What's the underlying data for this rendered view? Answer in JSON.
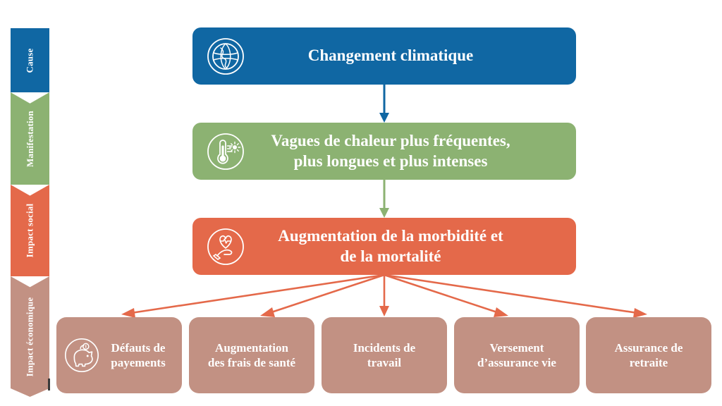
{
  "colors": {
    "cause": "#1067a3",
    "manifestation": "#8cb272",
    "impact_social": "#e4694a",
    "impact_economique": "#c29183",
    "text_on_color": "#ffffff",
    "background": "#ffffff",
    "tick": "#3a3a3a"
  },
  "rail": {
    "name": "stage-rail",
    "segments": [
      {
        "label": "Cause",
        "color": "#1067a3"
      },
      {
        "label": "Manifestation",
        "color": "#8cb272"
      },
      {
        "label": "Impact social",
        "color": "#e4694a"
      },
      {
        "label": "Impact économique",
        "color": "#c29183"
      }
    ]
  },
  "flow": {
    "nodes": [
      {
        "id": "cause",
        "label": "Changement climatique",
        "lines": [
          "Changement climatique"
        ],
        "color": "#1067a3",
        "icon": "globe-icon",
        "stage": "Cause"
      },
      {
        "id": "manifestation",
        "label": "Vagues de chaleur plus fréquentes, plus longues et plus intenses",
        "lines": [
          "Vagues de chaleur plus fréquentes,",
          "plus longues et plus intenses"
        ],
        "color": "#8cb272",
        "icon": "thermometer-sun-icon",
        "stage": "Manifestation"
      },
      {
        "id": "impact-social",
        "label": "Augmentation de la morbidité et de la mortalité",
        "lines": [
          "Augmentation de la morbidité et",
          "de la mortalité"
        ],
        "color": "#e4694a",
        "icon": "heart-in-hand-icon",
        "stage": "Impact social"
      }
    ],
    "leaves": [
      {
        "id": "defauts-paiements",
        "label": "Défauts de payements",
        "lines": [
          "Défauts de",
          "payements"
        ],
        "color": "#c29183",
        "icon": "piggy-bank-icon"
      },
      {
        "id": "frais-sante",
        "label": "Augmentation des frais de santé",
        "lines": [
          "Augmentation",
          "des frais de santé"
        ],
        "color": "#c29183",
        "icon": null
      },
      {
        "id": "incidents-travail",
        "label": "Incidents de travail",
        "lines": [
          "Incidents de",
          "travail"
        ],
        "color": "#c29183",
        "icon": null
      },
      {
        "id": "assurance-vie",
        "label": "Versement d’assurance vie",
        "lines": [
          "Versement",
          "d’assurance vie"
        ],
        "color": "#c29183",
        "icon": null
      },
      {
        "id": "assurance-retraite",
        "label": "Assurance de retraite",
        "lines": [
          "Assurance de",
          "retraite"
        ],
        "color": "#c29183",
        "icon": null
      }
    ],
    "connectors": [
      {
        "from": "cause",
        "to": "manifestation",
        "color": "#1067a3",
        "kind": "vertical-arrow"
      },
      {
        "from": "manifestation",
        "to": "impact-social",
        "color": "#8cb272",
        "kind": "vertical-arrow"
      },
      {
        "from": "impact-social",
        "to": "defauts-paiements",
        "color": "#e4694a",
        "kind": "fan-arrow"
      },
      {
        "from": "impact-social",
        "to": "frais-sante",
        "color": "#e4694a",
        "kind": "fan-arrow"
      },
      {
        "from": "impact-social",
        "to": "incidents-travail",
        "color": "#e4694a",
        "kind": "fan-arrow"
      },
      {
        "from": "impact-social",
        "to": "assurance-vie",
        "color": "#e4694a",
        "kind": "fan-arrow"
      },
      {
        "from": "impact-social",
        "to": "assurance-retraite",
        "color": "#e4694a",
        "kind": "fan-arrow"
      }
    ]
  }
}
